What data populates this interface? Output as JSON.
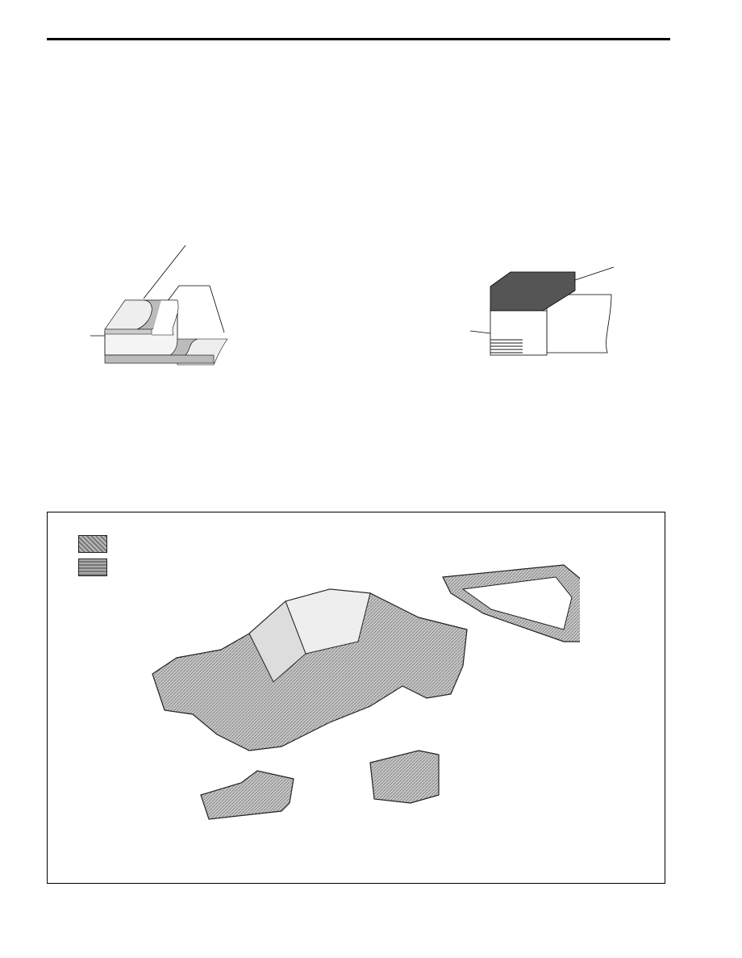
{
  "page": {
    "rule_color": "#000000"
  },
  "figures": {
    "layered_block": {
      "icon": "layered-material-diagram"
    },
    "coated_block": {
      "icon": "coated-material-diagram"
    },
    "body_diagram": {
      "legend": [
        {
          "icon": "diagonal-hatch-swatch",
          "color": "#999999"
        },
        {
          "icon": "grid-hatch-swatch",
          "color": "#8a8a8a"
        }
      ],
      "icon": "car-body-exploded-view"
    }
  }
}
